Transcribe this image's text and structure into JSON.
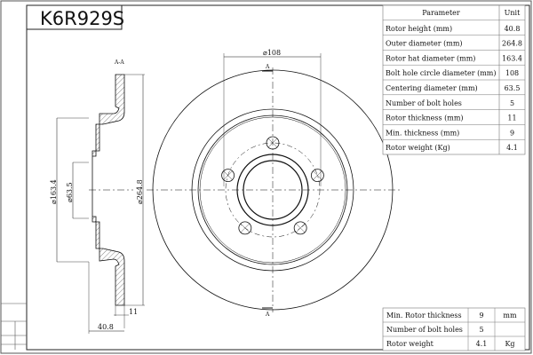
{
  "part_number": "K6R929S",
  "section_label": "A-A",
  "section_marker": "A",
  "dimensions": {
    "bolt_circle": "⌀108",
    "hat_diameter": "⌀163.4",
    "centering_diameter": "⌀63.5",
    "outer_diameter": "⌀264.8",
    "thickness": "11",
    "height": "40.8"
  },
  "spec_table": {
    "headers": [
      "Parameter",
      "Unit"
    ],
    "rows": [
      [
        "Rotor height (mm)",
        "40.8"
      ],
      [
        "Outer diameter (mm)",
        "264.8"
      ],
      [
        "Rotor hat diameter (mm)",
        "163.4"
      ],
      [
        "Bolt hole circle diameter (mm)",
        "108"
      ],
      [
        "Centering diameter (mm)",
        "63.5"
      ],
      [
        "Number of bolt holes",
        "5"
      ],
      [
        "Rotor thickness (mm)",
        "11"
      ],
      [
        "Min. thickness (mm)",
        "9"
      ],
      [
        "Rotor weight (Kg)",
        "4.1"
      ]
    ]
  },
  "summary_table": {
    "rows": [
      [
        "Min. Rotor thickness",
        "9",
        "mm"
      ],
      [
        "Number of bolt holes",
        "5",
        ""
      ],
      [
        "Rotor weight",
        "4.1",
        "Kg"
      ]
    ]
  }
}
